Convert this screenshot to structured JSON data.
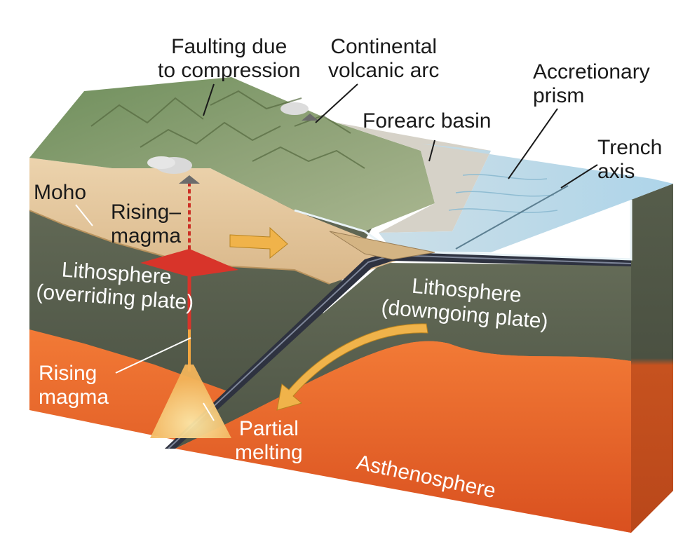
{
  "labels": {
    "faulting": [
      "Faulting due",
      "to compression"
    ],
    "continental_arc": [
      "Continental",
      "volcanic arc"
    ],
    "accretionary_prism": [
      "Accretionary",
      "prism"
    ],
    "forearc_basin": "Forearc basin",
    "trench_axis": [
      "Trench",
      "axis"
    ],
    "moho": "Moho",
    "rising_magma_upper": [
      "Rising–",
      "magma"
    ],
    "lithosphere_overriding": [
      "Lithosphere",
      "(overriding plate)"
    ],
    "lithosphere_downgoing": [
      "Lithosphere",
      "(downgoing plate)"
    ],
    "rising_magma_lower": [
      "Rising",
      "magma"
    ],
    "partial_melting": [
      "Partial",
      "melting"
    ],
    "asthenosphere": "Asthenosphere"
  },
  "colors": {
    "asthenosphere": "#e8632a",
    "lithosphere": "#5d6450",
    "crust": "#e3c49a",
    "ocean": "#aed4e6",
    "terrain": "#7f9a6a",
    "magma": "#d8342a",
    "arrow": "#f0b34a",
    "slab": "#2e3240"
  }
}
